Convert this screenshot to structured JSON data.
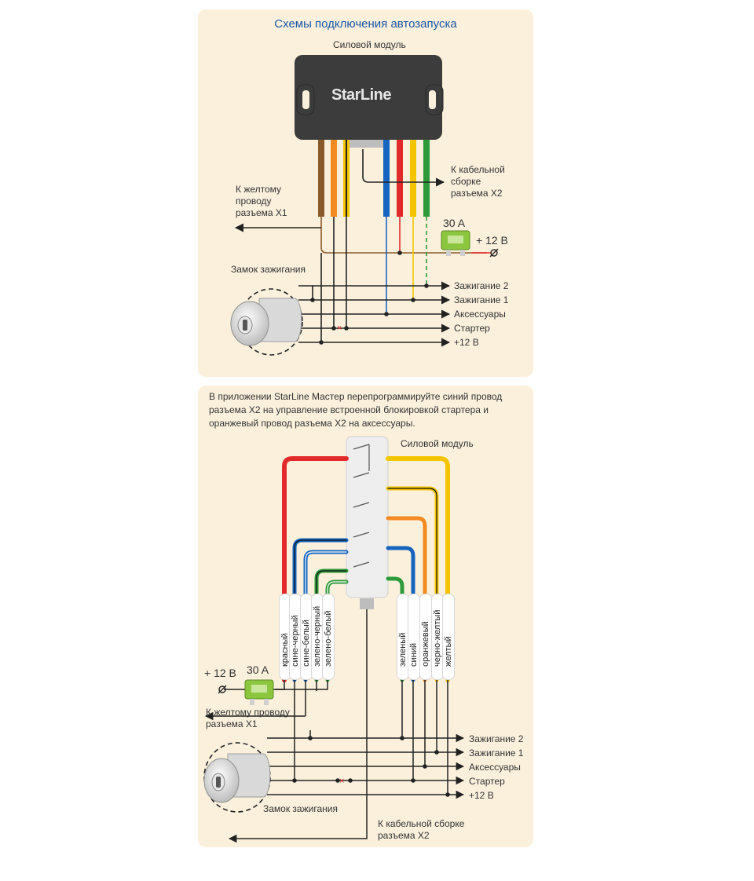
{
  "top": {
    "title": "Схемы подключения автозапуска",
    "module_label": "Силовой модуль",
    "brand": "StarLine",
    "to_yellow_x1": "К желтому проводу разъема X1",
    "to_harness_x2": "К кабельной сборке разъема X2",
    "ignition_lock": "Замок зажигания",
    "fuse": "30 A",
    "plus12": "+ 12 В",
    "outputs": [
      "Зажигание 2",
      "Зажигание 1",
      "Аксессуары",
      "Стартер",
      "+12 В"
    ]
  },
  "bottom": {
    "intro": "В приложении StarLine Мастер перепрограммируйте синий провод разъема X2 на управление встроенной блокировкой стартера и оранжевый провод разъема X2 на аксессуары.",
    "module_label": "Силовой модуль",
    "plus12": "+ 12 В",
    "fuse": "30 A",
    "to_yellow_x1": "К желтому проводу разъема X1",
    "ignition_lock": "Замок зажигания",
    "to_harness_x2": "К кабельной сборке разъема X2",
    "left_wires": [
      "красный",
      "сине-черный",
      "сине-белый",
      "зелено-черный",
      "зелено-белый"
    ],
    "right_wires": [
      "зеленый",
      "синий",
      "оранжевый",
      "черно-желтый",
      "желтый"
    ],
    "outputs": [
      "Зажигание 2",
      "Зажигание 1",
      "Аксессуары",
      "Стартер",
      "+12 В"
    ]
  },
  "colors": {
    "panel": "#fbf0dc",
    "title": "#1a56a6",
    "red": "#e32a2a",
    "blue": "#1565c0",
    "green": "#2e9a3a",
    "orange": "#f38a22",
    "yellow": "#f5c400",
    "brown": "#8a5a2b",
    "fuse": "#8cc63f",
    "module": "#3c3c3c"
  }
}
